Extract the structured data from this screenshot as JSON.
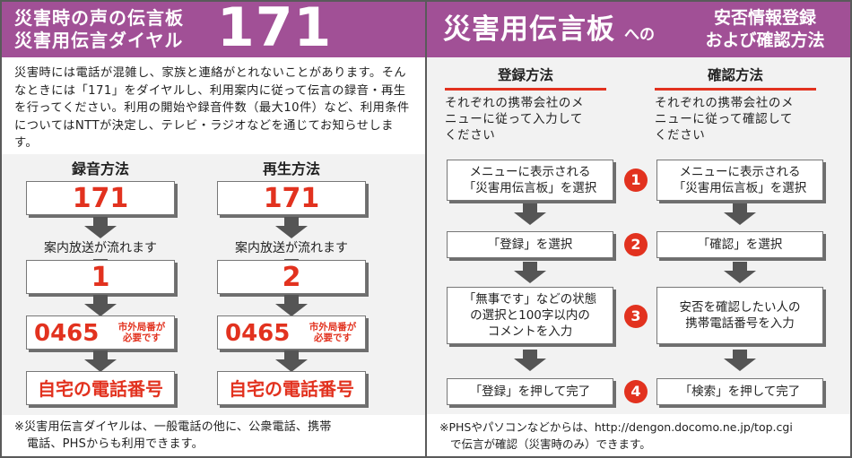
{
  "left": {
    "header_line1": "災害時の声の伝言板",
    "header_line2": "災害用伝言ダイヤル",
    "header_number": "171",
    "intro": "災害時には電話が混雑し、家族と連絡がとれないことがあります。そんなときには「171」をダイヤルし、利用案内に従って伝言の録音・再生を行ってください。利用の開始や録音件数（最大10件）など、利用条件についてはNTTが決定し、テレビ・ラジオなどを通じてお知らせします。",
    "record": {
      "title": "録音方法",
      "dial": "171",
      "guidance": "案内放送が流れます",
      "key": "1",
      "area_code": "0465",
      "area_note_1": "市外局番が",
      "area_note_2": "必要です",
      "home_number": "自宅の電話番号"
    },
    "play": {
      "title": "再生方法",
      "dial": "171",
      "guidance": "案内放送が流れます",
      "key": "2",
      "area_code": "0465",
      "area_note_1": "市外局番が",
      "area_note_2": "必要です",
      "home_number": "自宅の電話番号"
    },
    "footnote_1": "※災害用伝言ダイヤルは、一般電話の他に、公衆電話、携帯",
    "footnote_2": "電話、PHSからも利用できます。"
  },
  "right": {
    "header_main": "災害用伝言板",
    "header_suffix": "への",
    "header_sub_1": "安否情報登録",
    "header_sub_2": "および確認方法",
    "register": {
      "title": "登録方法",
      "desc_1": "それぞれの携帯会社のメ",
      "desc_2": "ニューに従って入力して",
      "desc_3": "ください",
      "step1_a": "メニューに表示される",
      "step1_b": "「災害用伝言板」を選択",
      "step2": "「登録」を選択",
      "step3_a": "「無事です」などの状態",
      "step3_b": "の選択と100字以内の",
      "step3_c": "コメントを入力",
      "step4": "「登録」を押して完了"
    },
    "confirm": {
      "title": "確認方法",
      "desc_1": "それぞれの携帯会社のメ",
      "desc_2": "ニューに従って確認して",
      "desc_3": "ください",
      "step1_a": "メニューに表示される",
      "step1_b": "「災害用伝言板」を選択",
      "step2": "「確認」を選択",
      "step3_a": "安否を確認したい人の",
      "step3_b": "携帯電話番号を入力",
      "step4": "「検索」を押して完了"
    },
    "steps": [
      "1",
      "2",
      "3",
      "4"
    ],
    "footnote_1": "※PHSやパソコンなどからは、http://dengon.docomo.ne.jp/top.cgi",
    "footnote_2": "で伝言が確認（災害時のみ）できます。"
  },
  "colors": {
    "header_purple": "#a15096",
    "accent_red": "#e2321f",
    "arrow_gray": "#555555",
    "content_gray": "#f2f2f2"
  }
}
